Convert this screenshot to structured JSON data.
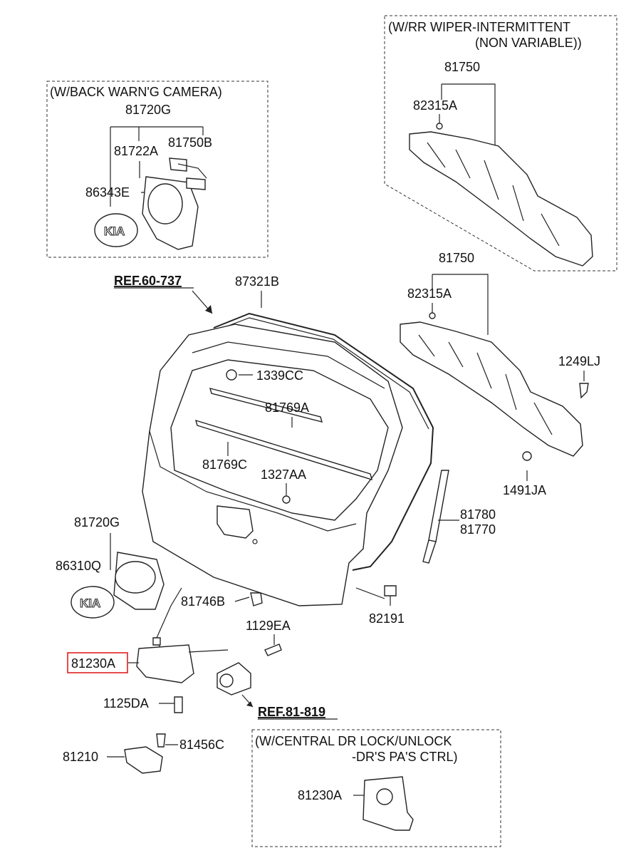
{
  "callouts": {
    "wiper_box_line1": "(W/RR WIPER-INTERMITTENT",
    "wiper_box_line2": "(NON VARIABLE))",
    "camera_box": "(W/BACK WARN'G CAMERA)",
    "central_lock_line1": "(W/CENTRAL DR LOCK/UNLOCK",
    "central_lock_line2": "-DR'S  PA'S CTRL)"
  },
  "refs": {
    "ref1": "REF.60-737",
    "ref2": "REF.81-819"
  },
  "parts": {
    "p81750_top": "81750",
    "p82315A_top": "82315A",
    "p81720G_top": "81720G",
    "p81722A": "81722A",
    "p81750B": "81750B",
    "p86343E": "86343E",
    "p87321B": "87321B",
    "p81750_mid": "81750",
    "p82315A_mid": "82315A",
    "p1339CC": "1339CC",
    "p81769A": "81769A",
    "p1249LJ": "1249LJ",
    "p81769C": "81769C",
    "p1327AA": "1327AA",
    "p1491JA": "1491JA",
    "p81780": "81780",
    "p81770": "81770",
    "p81720G_low": "81720G",
    "p86310Q": "86310Q",
    "p81746B": "81746B",
    "p82191": "82191",
    "p1129EA": "1129EA",
    "p81230A": "81230A",
    "p1125DA": "1125DA",
    "p81456C": "81456C",
    "p81210": "81210",
    "p81230A_box": "81230A"
  },
  "highlight_color": "#e02020"
}
